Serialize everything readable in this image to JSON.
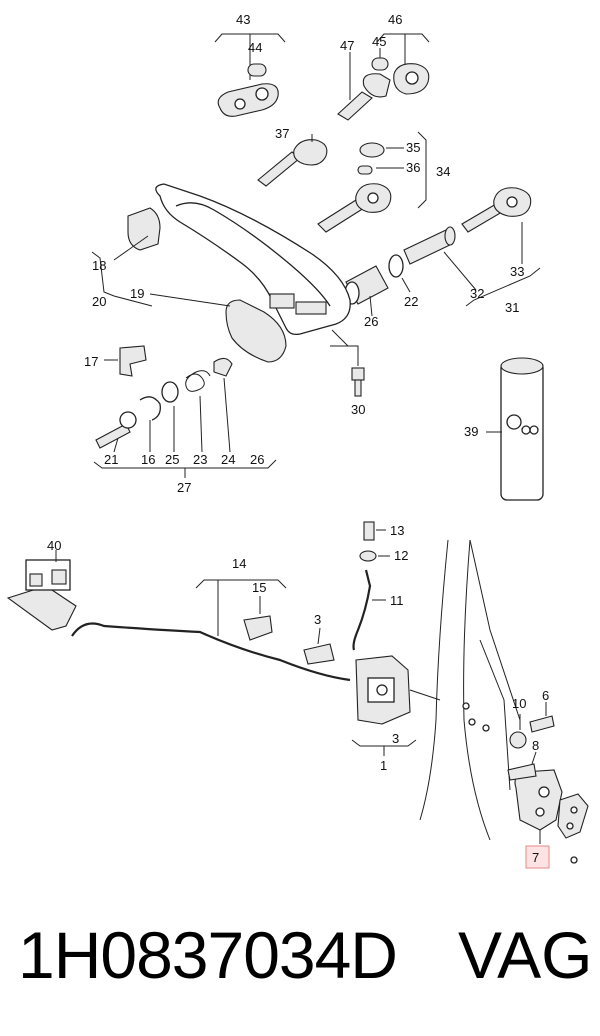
{
  "callouts": [
    "43",
    "44",
    "46",
    "47",
    "45",
    "37",
    "35",
    "36",
    "34",
    "18",
    "19",
    "20",
    "26",
    "22",
    "32",
    "31",
    "33",
    "17",
    "30",
    "21",
    "16",
    "25",
    "23",
    "24",
    "26",
    "27",
    "39",
    "40",
    "14",
    "15",
    "13",
    "12",
    "11",
    "3",
    "10",
    "6",
    "8",
    "3",
    "1",
    "7"
  ],
  "highlighted_callout": "7",
  "footer": {
    "part_number": "1H0837034D",
    "brand": "VAG"
  },
  "colors": {
    "highlight_fill": "#fde3e3",
    "highlight_border": "#e58a8a"
  }
}
